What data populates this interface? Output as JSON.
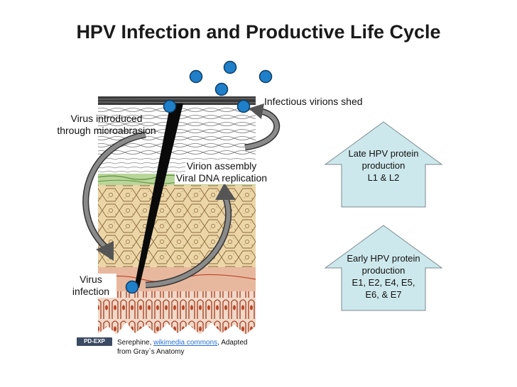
{
  "title": "HPV Infection and Productive Life Cycle",
  "labels": {
    "virions_shed": "Infectious virions shed",
    "introduced_1": "Virus introduced",
    "introduced_2": "through microabrasion",
    "assembly": "Virion assembly",
    "replication": "Viral DNA replication",
    "infection_1": "Virus",
    "infection_2": "infection"
  },
  "late_arrow": {
    "lines": [
      "Late HPV protein",
      "production",
      "L1 & L2"
    ],
    "fill": "#cde8ec"
  },
  "early_arrow": {
    "lines": [
      "Early HPV protein",
      "production",
      "E1, E2, E4, E5,",
      "E6, & E7"
    ],
    "fill": "#cde8ec"
  },
  "credit": {
    "badge": "PD-EXP",
    "author": "Serephine, ",
    "link": "wikimedia commons",
    "suffix": ", Adapted",
    "line2": "from Gray`s Anatomy"
  },
  "colors": {
    "virion": "#1f7fc9",
    "strata_green": "#8fb86a",
    "stratum_tan": "#e8d2a4",
    "basal_red": "#b8472a"
  }
}
